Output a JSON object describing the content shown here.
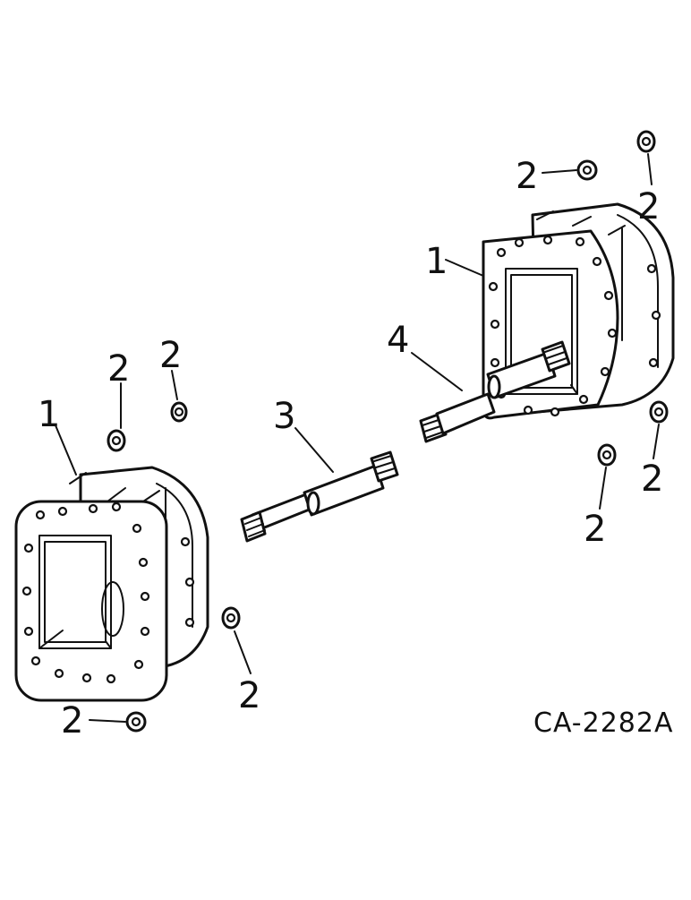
{
  "diagram": {
    "drawing_code": "CA-2282A",
    "callouts": {
      "housing_left": "1",
      "housing_right": "1",
      "shaft_short": "3",
      "shaft_long": "4",
      "nut_a": "2",
      "nut_b": "2",
      "nut_c": "2",
      "nut_d": "2",
      "nut_e": "2",
      "nut_f": "2",
      "nut_g": "2",
      "nut_h": "2"
    }
  }
}
